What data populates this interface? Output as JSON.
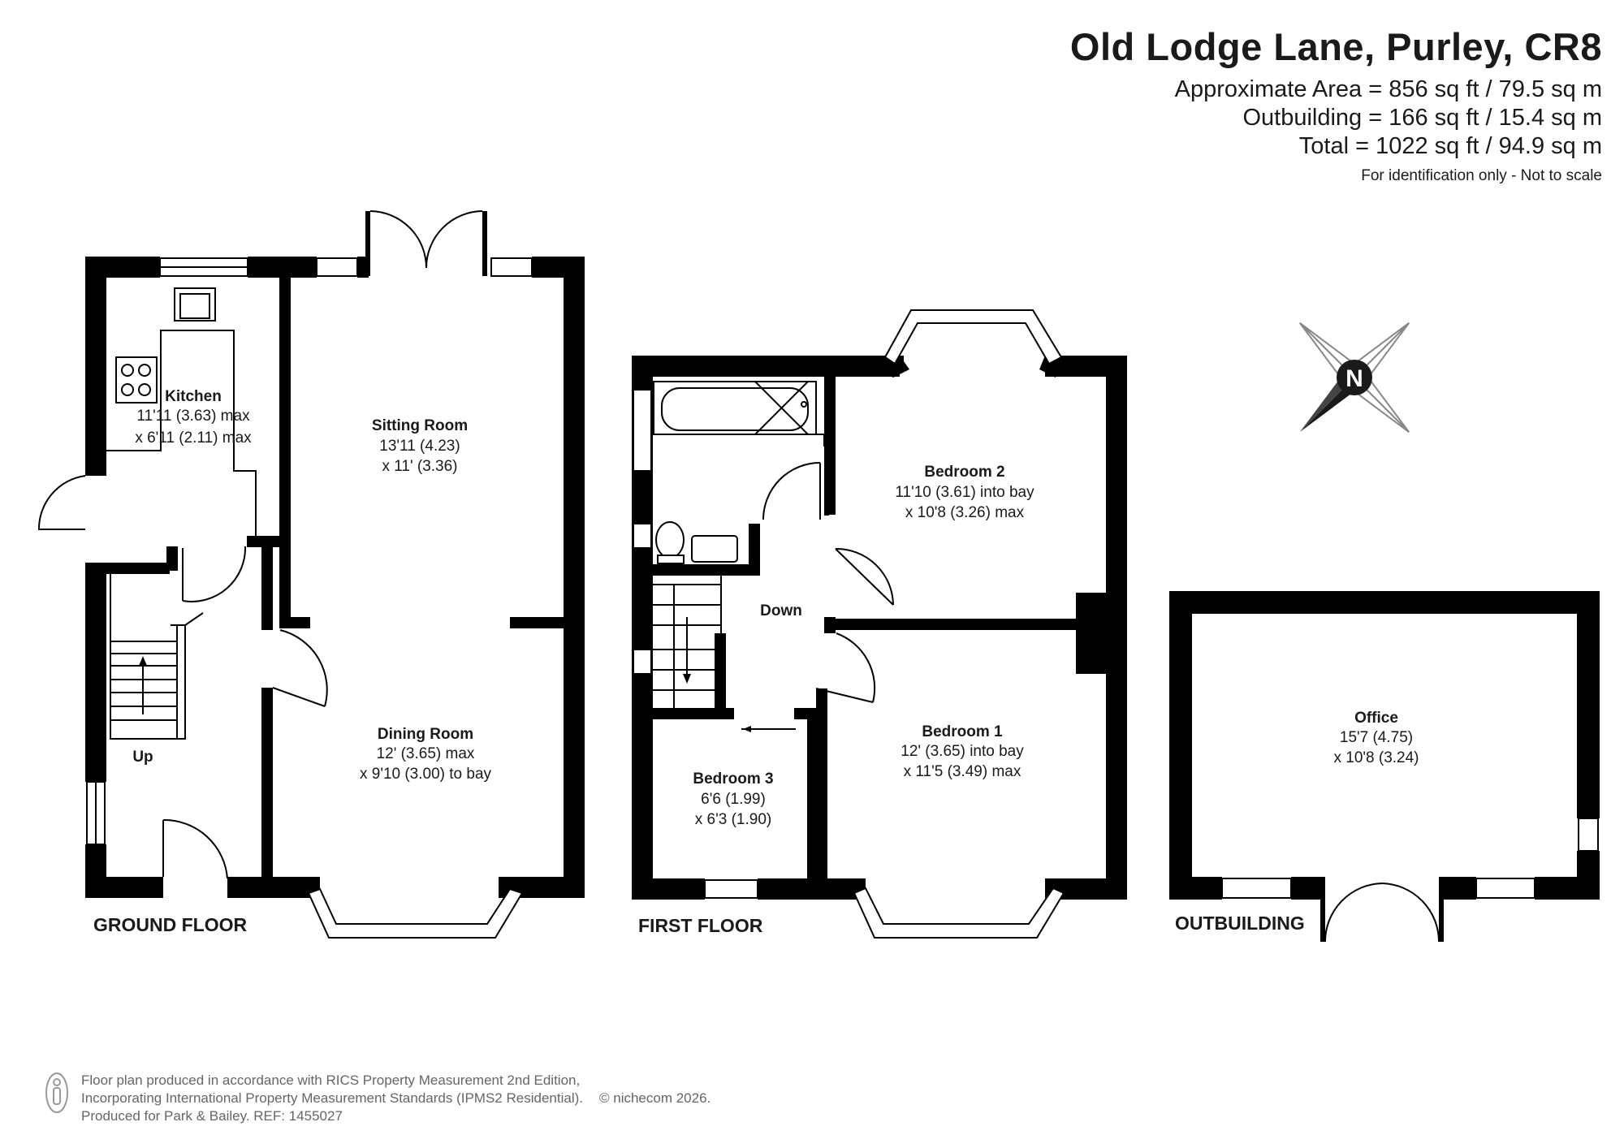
{
  "header": {
    "title": "Old Lodge Lane, Purley, CR8",
    "area_lines": [
      "Approximate Area = 856 sq ft / 79.5 sq m",
      "Outbuilding = 166 sq ft / 15.4 sq m",
      "Total = 1022 sq ft / 94.9 sq m"
    ],
    "note": "For identification only - Not to scale"
  },
  "floors": {
    "ground": {
      "label": "GROUND FLOOR",
      "rooms": [
        {
          "name": "Kitchen",
          "dims": [
            "11'11 (3.63) max",
            "x 6'11 (2.11) max"
          ]
        },
        {
          "name": "Sitting Room",
          "dims": [
            "13'11 (4.23)",
            "x 11' (3.36)"
          ]
        },
        {
          "name": "Dining Room",
          "dims": [
            "12' (3.65) max",
            "x 9'10 (3.00) to bay"
          ]
        }
      ],
      "stairs_label": "Up"
    },
    "first": {
      "label": "FIRST FLOOR",
      "rooms": [
        {
          "name": "Bedroom 2",
          "dims": [
            "11'10 (3.61) into bay",
            "x 10'8 (3.26) max"
          ]
        },
        {
          "name": "Bedroom 1",
          "dims": [
            "12' (3.65) into bay",
            "x 11'5 (3.49) max"
          ]
        },
        {
          "name": "Bedroom 3",
          "dims": [
            "6'6 (1.99)",
            "x 6'3 (1.90)"
          ]
        }
      ],
      "stairs_label": "Down"
    },
    "outbuilding": {
      "label": "OUTBUILDING",
      "rooms": [
        {
          "name": "Office",
          "dims": [
            "15'7 (4.75)",
            "x 10'8 (3.24)"
          ]
        }
      ]
    }
  },
  "compass": {
    "letter": "N"
  },
  "footer": {
    "lines": [
      "Floor plan produced in accordance with RICS Property Measurement 2nd Edition,",
      "Incorporating International Property Measurement Standards (IPMS2 Residential).",
      "Produced for Park & Bailey.   REF:  1455027"
    ],
    "copyright": "© nichecom 2026."
  },
  "colors": {
    "wall": "#000000",
    "text": "#1a1a1a",
    "footer_text": "#666666"
  }
}
